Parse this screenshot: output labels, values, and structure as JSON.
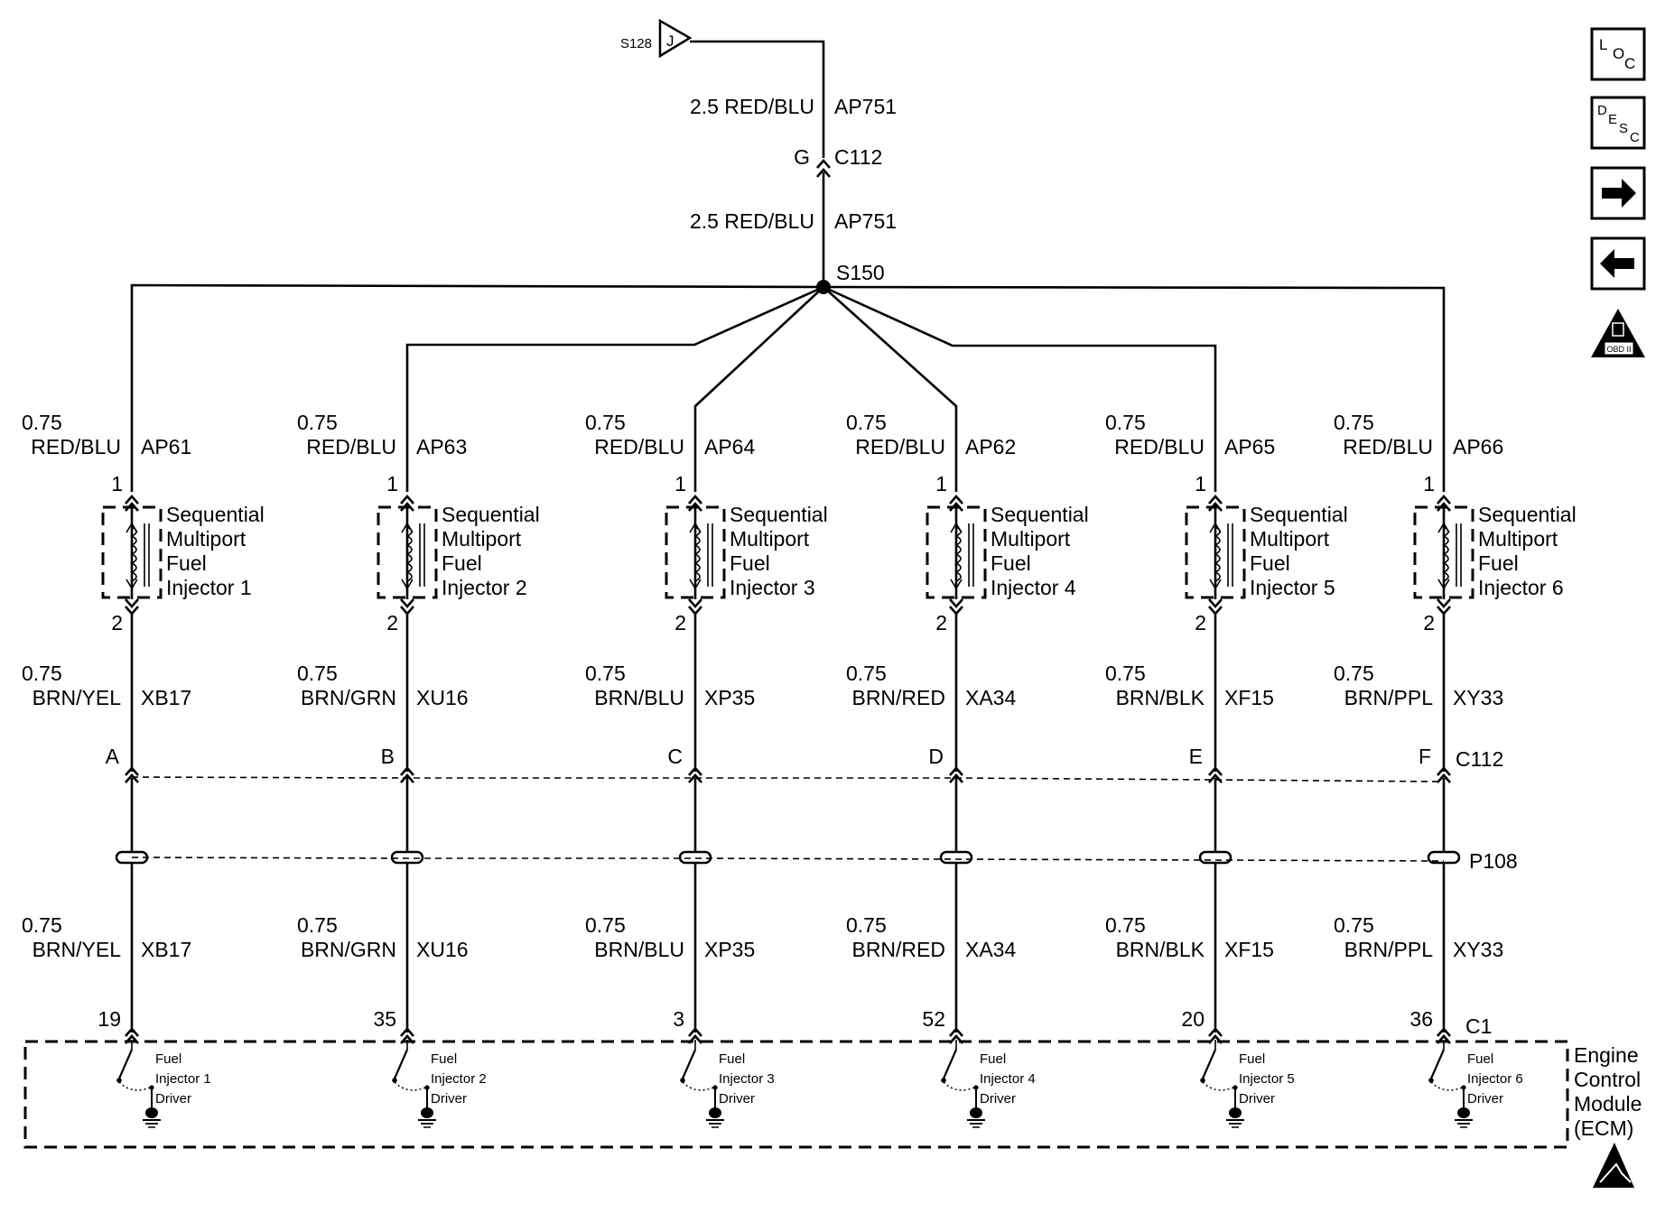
{
  "top": {
    "splice_ref": "S128",
    "splice_pin": "J",
    "wire_upper": {
      "gauge_color": "2.5 RED/BLU",
      "circuit": "AP751"
    },
    "connector": {
      "pin": "G",
      "name": "C112"
    },
    "wire_lower": {
      "gauge_color": "2.5 RED/BLU",
      "circuit": "AP751"
    },
    "splice": "S150"
  },
  "injectors": [
    {
      "feed_gauge": "0.75",
      "feed_color": "RED/BLU",
      "feed_circuit": "AP61",
      "pin_in": "1",
      "pin_out": "2",
      "name_lines": [
        "Sequential",
        "Multiport",
        "Fuel",
        "Injector 1"
      ],
      "ctrl_gauge": "0.75",
      "ctrl_color": "BRN/YEL",
      "ctrl_circuit": "XB17",
      "c112_pin": "A",
      "ecm_pin": "19",
      "driver_lines": [
        "Fuel",
        "Injector 1",
        "Driver"
      ]
    },
    {
      "feed_gauge": "0.75",
      "feed_color": "RED/BLU",
      "feed_circuit": "AP63",
      "pin_in": "1",
      "pin_out": "2",
      "name_lines": [
        "Sequential",
        "Multiport",
        "Fuel",
        "Injector 2"
      ],
      "ctrl_gauge": "0.75",
      "ctrl_color": "BRN/GRN",
      "ctrl_circuit": "XU16",
      "c112_pin": "B",
      "ecm_pin": "35",
      "driver_lines": [
        "Fuel",
        "Injector 2",
        "Driver"
      ]
    },
    {
      "feed_gauge": "0.75",
      "feed_color": "RED/BLU",
      "feed_circuit": "AP64",
      "pin_in": "1",
      "pin_out": "2",
      "name_lines": [
        "Sequential",
        "Multiport",
        "Fuel",
        "Injector 3"
      ],
      "ctrl_gauge": "0.75",
      "ctrl_color": "BRN/BLU",
      "ctrl_circuit": "XP35",
      "c112_pin": "C",
      "ecm_pin": "3",
      "driver_lines": [
        "Fuel",
        "Injector 3",
        "Driver"
      ]
    },
    {
      "feed_gauge": "0.75",
      "feed_color": "RED/BLU",
      "feed_circuit": "AP62",
      "pin_in": "1",
      "pin_out": "2",
      "name_lines": [
        "Sequential",
        "Multiport",
        "Fuel",
        "Injector 4"
      ],
      "ctrl_gauge": "0.75",
      "ctrl_color": "BRN/RED",
      "ctrl_circuit": "XA34",
      "c112_pin": "D",
      "ecm_pin": "52",
      "driver_lines": [
        "Fuel",
        "Injector 4",
        "Driver"
      ]
    },
    {
      "feed_gauge": "0.75",
      "feed_color": "RED/BLU",
      "feed_circuit": "AP65",
      "pin_in": "1",
      "pin_out": "2",
      "name_lines": [
        "Sequential",
        "Multiport",
        "Fuel",
        "Injector 5"
      ],
      "ctrl_gauge": "0.75",
      "ctrl_color": "BRN/BLK",
      "ctrl_circuit": "XF15",
      "c112_pin": "E",
      "ecm_pin": "20",
      "driver_lines": [
        "Fuel",
        "Injector 5",
        "Driver"
      ]
    },
    {
      "feed_gauge": "0.75",
      "feed_color": "RED/BLU",
      "feed_circuit": "AP66",
      "pin_in": "1",
      "pin_out": "2",
      "name_lines": [
        "Sequential",
        "Multiport",
        "Fuel",
        "Injector 6"
      ],
      "ctrl_gauge": "0.75",
      "ctrl_color": "BRN/PPL",
      "ctrl_circuit": "XY33",
      "c112_pin": "F",
      "ecm_pin": "36",
      "driver_lines": [
        "Fuel",
        "Injector 6",
        "Driver"
      ]
    }
  ],
  "c112_label": "C112",
  "p108_label": "P108",
  "ecm_connector": "C1",
  "ecm_lines": [
    "Engine",
    "Control",
    "Module",
    "(ECM)"
  ],
  "side_buttons": {
    "loc": [
      "L",
      "O",
      "C"
    ],
    "desc": [
      "D",
      "E",
      "S",
      "C"
    ],
    "next": "right-arrow-icon",
    "prev": "left-arrow-icon",
    "obd_badge": "OBD II"
  }
}
